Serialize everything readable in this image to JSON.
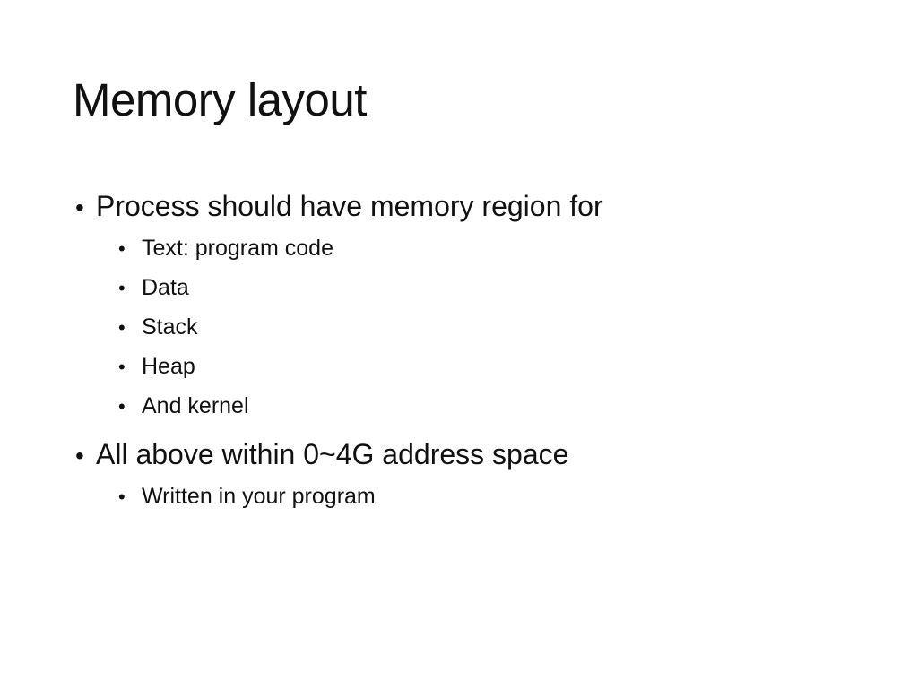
{
  "slide": {
    "title": "Memory layout",
    "bullet_glyph": "•",
    "points": [
      {
        "text": "Process should have memory region for",
        "subpoints": [
          "Text: program code",
          "Data",
          "Stack",
          "Heap",
          "And kernel"
        ]
      },
      {
        "text": "All above within 0~4G address space",
        "subpoints": [
          "Written in your program"
        ]
      }
    ]
  }
}
